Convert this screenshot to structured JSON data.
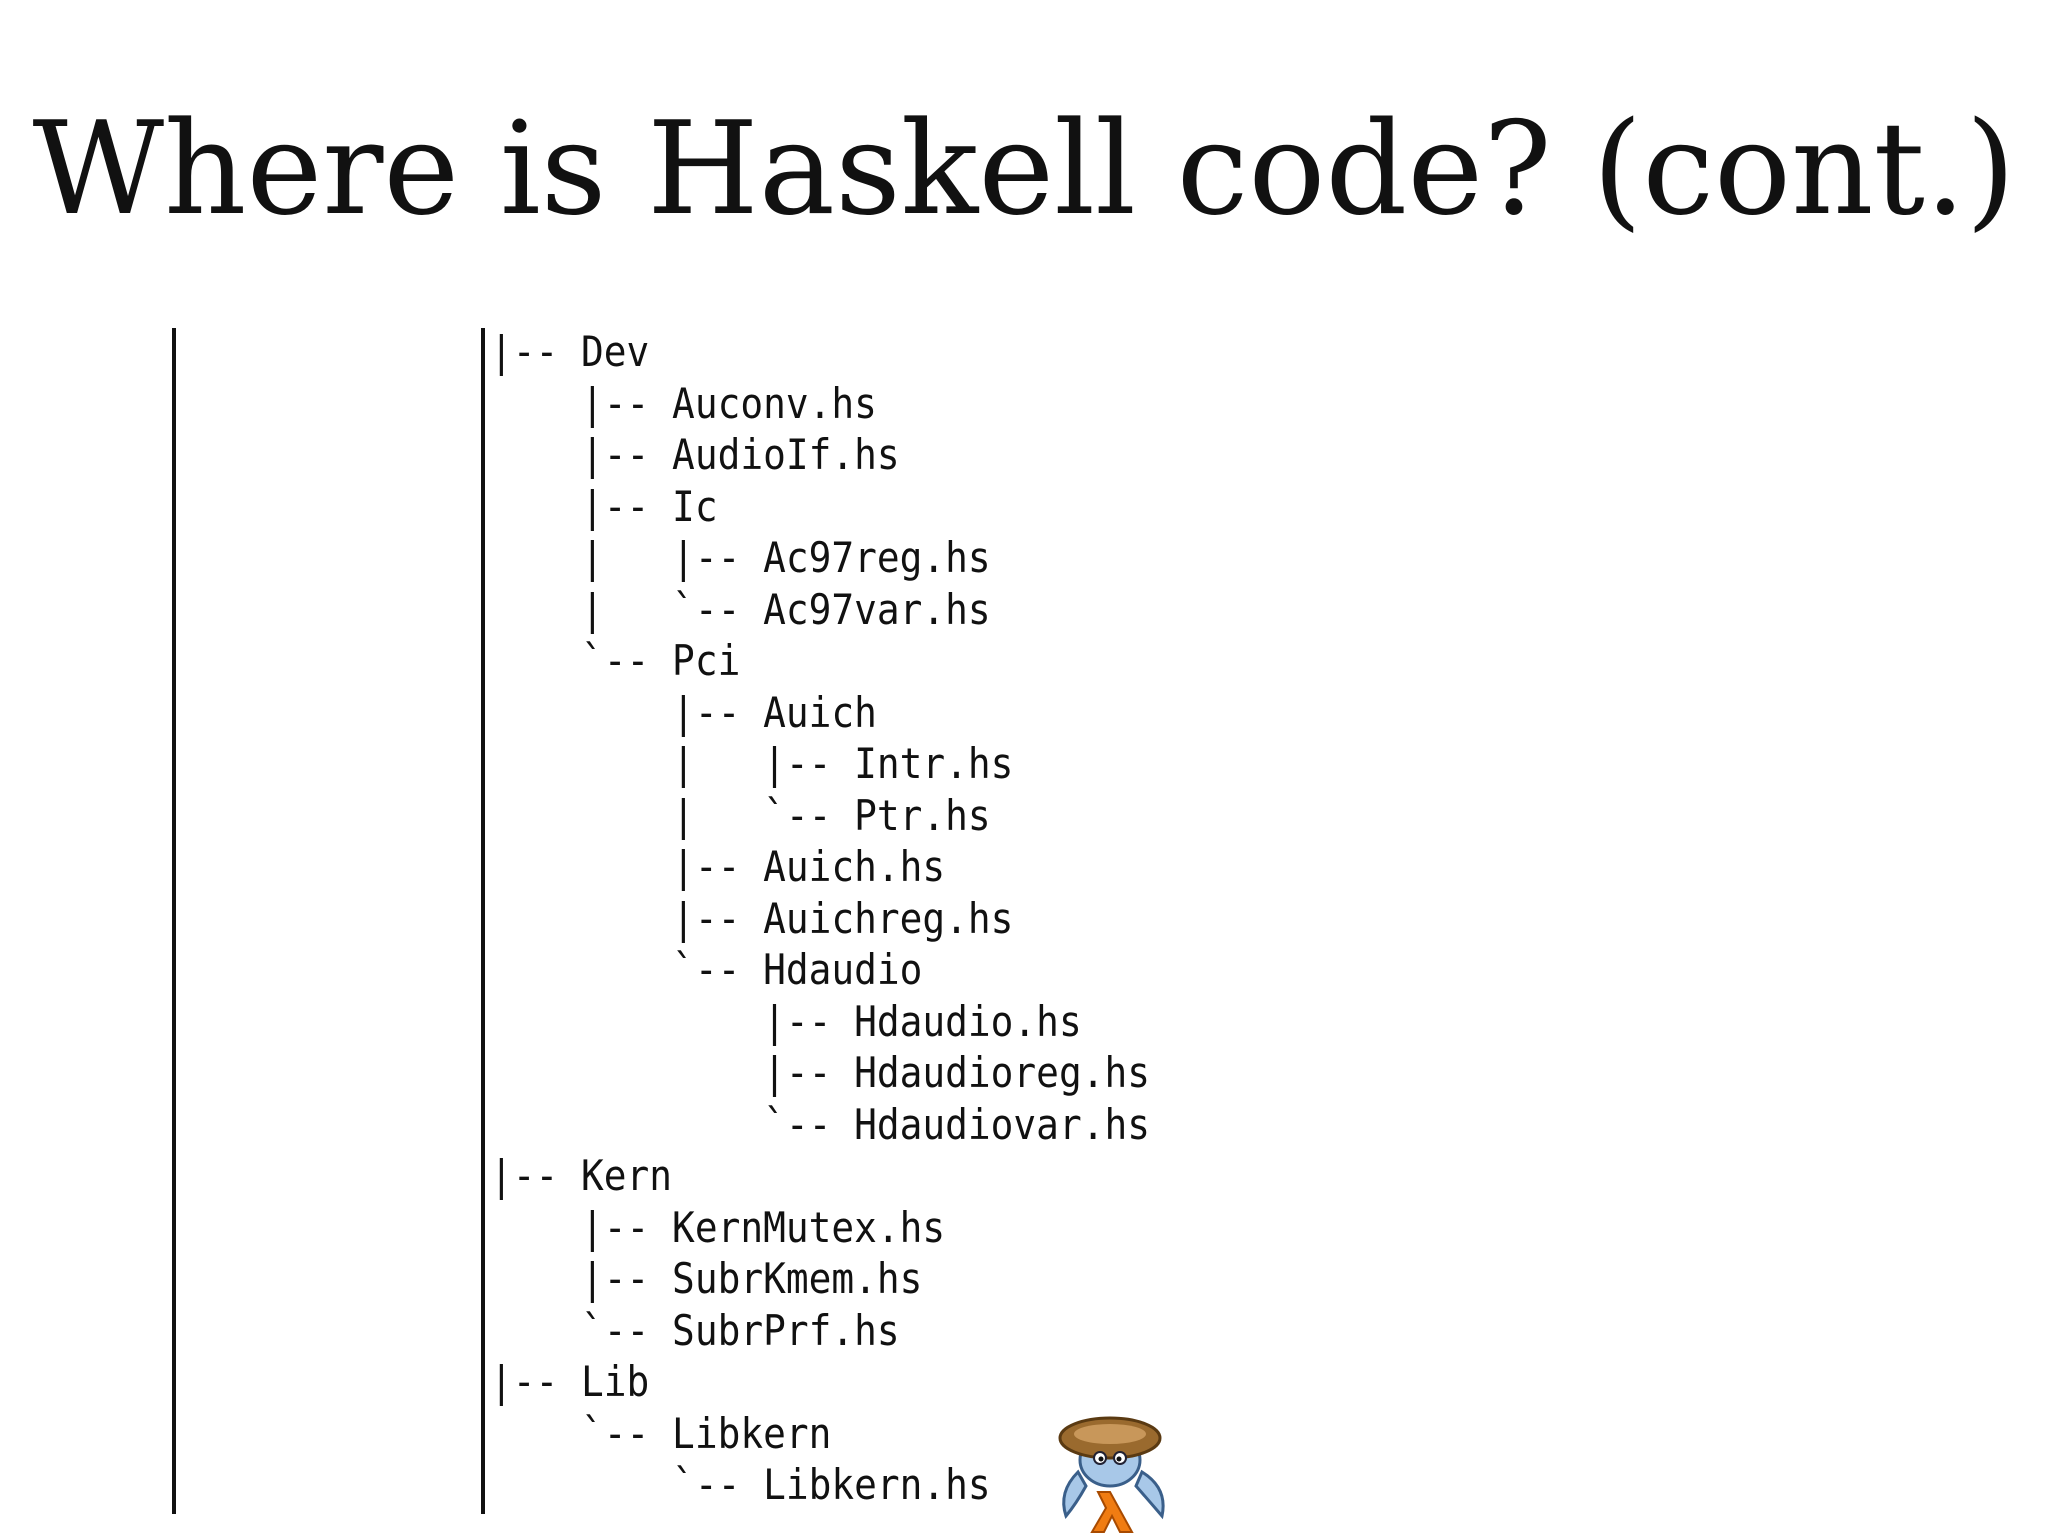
{
  "slide": {
    "title": "Where is Haskell code? (cont.)"
  },
  "tree": {
    "lines": [
      "|-- Dev",
      "    |-- Auconv.hs",
      "    |-- AudioIf.hs",
      "    |-- Ic",
      "    |   |-- Ac97reg.hs",
      "    |   `-- Ac97var.hs",
      "    `-- Pci",
      "        |-- Auich",
      "        |   |-- Intr.hs",
      "        |   `-- Ptr.hs",
      "        |-- Auich.hs",
      "        |-- Auichreg.hs",
      "        `-- Hdaudio",
      "            |-- Hdaudio.hs",
      "            |-- Hdaudioreg.hs",
      "            `-- Hdaudiovar.hs",
      "|-- Kern",
      "    |-- KernMutex.hs",
      "    |-- SubrKmem.hs",
      "    `-- SubrPrf.hs",
      "|-- Lib",
      "    `-- Libkern",
      "        `-- Libkern.hs"
    ]
  },
  "colors": {
    "text": "#111111",
    "background": "#ffffff"
  },
  "icons": {
    "mascot": "haskell-mascot-icon"
  }
}
